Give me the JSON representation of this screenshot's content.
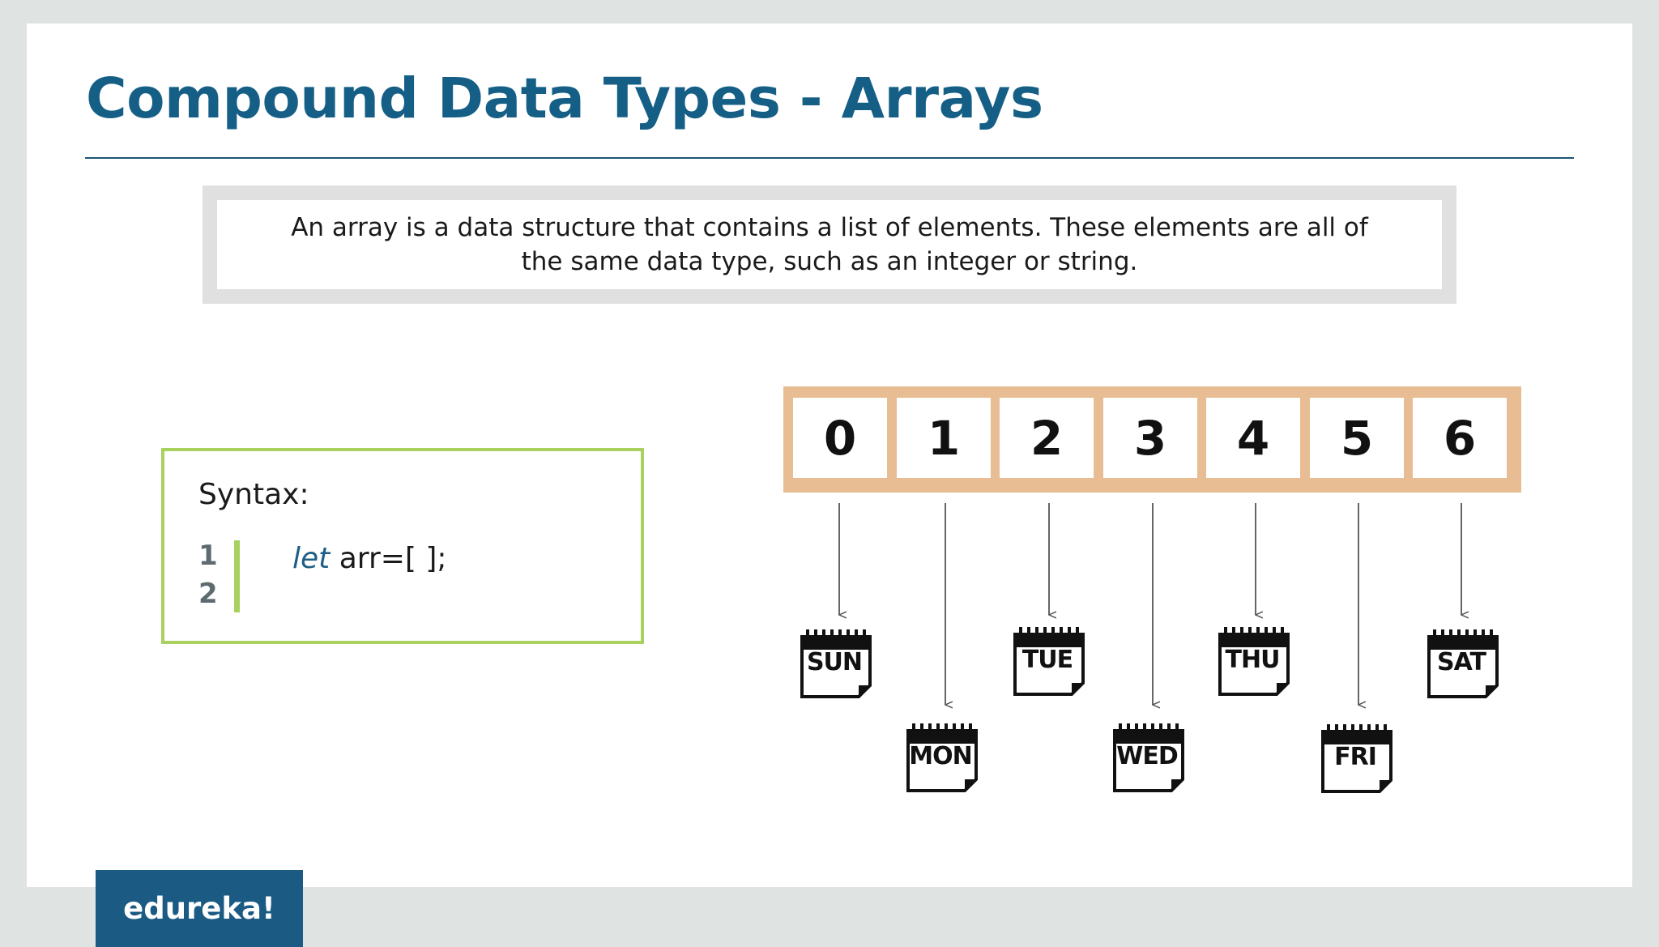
{
  "slide": {
    "title": "Compound Data Types - Arrays",
    "definition": "An array is a data structure that contains a list of elements. These elements are all of the same data type, such as an integer or string."
  },
  "syntax": {
    "label": "Syntax:",
    "line_numbers": [
      "1",
      "2"
    ],
    "keyword": "let",
    "code_rest": " arr=[ ];"
  },
  "array": {
    "indices": [
      "0",
      "1",
      "2",
      "3",
      "4",
      "5",
      "6"
    ],
    "days": [
      "SUN",
      "MON",
      "TUE",
      "WED",
      "THU",
      "FRI",
      "SAT"
    ]
  },
  "colors": {
    "title": "#155f86",
    "array_frame": "#e8bd93",
    "syntax_border": "#a8d160",
    "logo_bg": "#1a5a83"
  },
  "icons": [
    "calendar-icon"
  ],
  "brand": {
    "logo": "edureka!"
  }
}
